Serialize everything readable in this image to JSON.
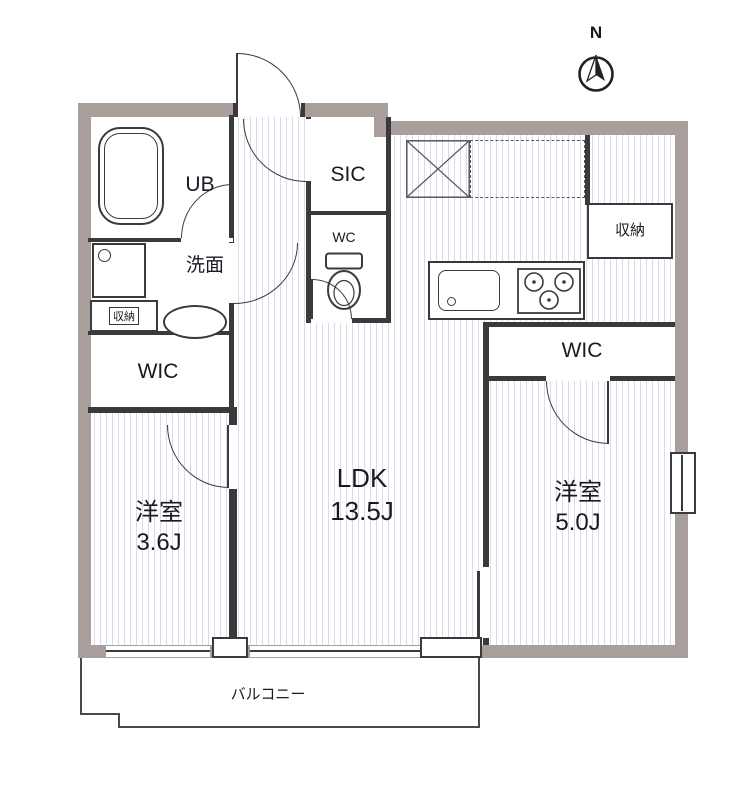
{
  "compass": {
    "north_label": "N"
  },
  "rooms": {
    "ub": "UB",
    "washroom": "洗面",
    "storage_left": "収納",
    "wic_left": "WIC",
    "bedroom_left": {
      "name": "洋室",
      "size": "3.6J"
    },
    "sic": "SIC",
    "wc": "WC",
    "storage_right": "収納",
    "wic_right": "WIC",
    "ldk": {
      "name": "LDK",
      "size": "13.5J"
    },
    "bedroom_right": {
      "name": "洋室",
      "size": "5.0J"
    },
    "balcony": "バルコニー"
  },
  "colors": {
    "outer_wall": "#a89e9b",
    "interior_line": "#3a3a3a",
    "floor_stripe": "#dcdce6",
    "text": "#191923"
  }
}
